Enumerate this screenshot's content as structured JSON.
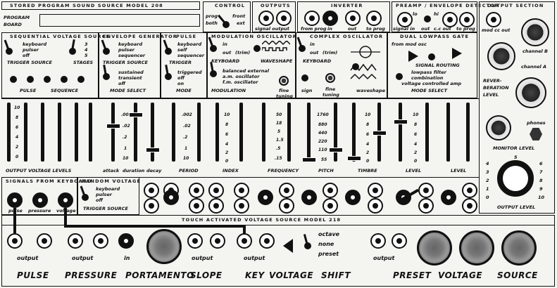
{
  "top_title": "STORED PROGRAM SOUND SOURCE MODEL 208",
  "program_board": [
    "PROGRAM",
    "BOARD"
  ],
  "control": {
    "title": "CONTROL",
    "prog": "prog",
    "front": "front",
    "both": "both",
    "ext": "ext"
  },
  "outputs": {
    "title": "OUTPUTS",
    "signal_output": "signal output"
  },
  "inverter": {
    "title": "INVERTER",
    "from_prog": "from prog",
    "in": "in",
    "out": "out",
    "to_prog": "to prog"
  },
  "preamp": {
    "title": "PREAMP / ENVELOPE DETECTOR",
    "lo": "lo",
    "hi": "hi",
    "signal_in": "signal in",
    "out": "out",
    "cc_out": "c.c out",
    "to_prog": "to prog"
  },
  "output_section": {
    "title": "OUTPUT SECTION",
    "mod_cc_out": "mod cc out",
    "channel_b": "channel B",
    "channel_a": "channel A",
    "reverberation_level": [
      "REVER-",
      "BERATION",
      "LEVEL"
    ],
    "phones": "phones",
    "monitor_level": "MONITOR LEVEL",
    "output_level": "OUTPUT LEVEL",
    "dial_left": [
      "4",
      "3",
      "2",
      "1",
      "0"
    ],
    "dial_right": [
      "6",
      "7",
      "8",
      "9",
      "10"
    ],
    "dial_top": "5"
  },
  "sequential": {
    "title": "SEQUENTIAL VOLTAGE SOURCE",
    "keyboard": "keyboard",
    "pulser": "pulser",
    "off": "off",
    "trigger_source": "TRIGGER SOURCE",
    "stages_nums": [
      "3",
      "4",
      "5"
    ],
    "stages": "STAGES",
    "pulse_sequence": [
      "PULSE",
      "SEQUENCE"
    ],
    "output_voltage_levels": "OUTPUT VOLTAGE LEVELS"
  },
  "envelope": {
    "title": "ENVELOPE GENERATOR",
    "keyboard": "keyboard",
    "pulser": "pulser",
    "sequencer": "sequencer",
    "trigger_source": "TRIGGER SOURCE",
    "sustained": "sustained",
    "transient": "transient",
    "off": "off",
    "mode_select": "MODE SELECT",
    "attack": "attack",
    "duration": "duration",
    "decay": "decay",
    "scale": [
      ".002",
      ".02",
      ".2",
      "1",
      "10"
    ]
  },
  "pulse": {
    "title": "PULSE",
    "keyboard": "keyboard",
    "self": "self",
    "sequencer": "sequencer",
    "trigger": "TRIGGER",
    "triggered": "triggered",
    "off": "off",
    "on": "on",
    "mode": "MODE",
    "period": "PERIOD",
    "scale": [
      ".002",
      ".02",
      ".2",
      "1",
      "10"
    ]
  },
  "modulation": {
    "title": "MODULATION OSCILLATOR",
    "in": "in",
    "out": "out",
    "trim": "(trim)",
    "keyboard": "KEYBOARD",
    "waveshape": "WAVESHAPE",
    "balanced_external": "balanced external",
    "am_oscillator": "a.m. oscillator",
    "fm_oscillator": "f.m. oscillator",
    "modulation": "MODULATION",
    "fine_tuning": [
      "fine",
      "tuning"
    ],
    "index": "INDEX",
    "frequency": "FREQUENCY",
    "freq_scale": [
      "50",
      "18",
      "5",
      "1.5",
      ".5",
      ".15"
    ]
  },
  "complex": {
    "title": "COMPLEX OSCILLATOR",
    "in": "in",
    "out": "out",
    "trim": "(trim)",
    "keyboard": "KEYBOARD",
    "sign": "sign",
    "fine_tuning": [
      "fine",
      "tuning"
    ],
    "waveshape": "waveshape",
    "pitch": "PITCH",
    "timbre": "TIMBRE",
    "pitch_scale": [
      "1760",
      "880",
      "440",
      "220",
      "110",
      "55"
    ],
    "timbre_scale": [
      "10",
      "8",
      "6",
      "4",
      "2",
      "0"
    ]
  },
  "gate": {
    "title": "DUAL LOWPASS GATE",
    "from_mod_osc": "from mod osc",
    "signal_routing": "SIGNAL ROUTING",
    "lowpass_filter": "lowpass filter",
    "combination": "combination",
    "vca": "voltage controlled amp",
    "mode_select": "MODE SELECT",
    "level": "LEVEL",
    "scale": [
      "10",
      "8",
      "6",
      "4",
      "2",
      "0"
    ]
  },
  "generic_scale": [
    "10",
    "8",
    "6",
    "4",
    "2",
    "0"
  ],
  "signals_keyboard": {
    "title": "SIGNALS FROM KEYBOARD",
    "pulse": "pulse",
    "pressure": "pressure",
    "voltage": "voltage"
  },
  "random_voltage": {
    "title": "RANDOM VOLTAGE",
    "keyboard": "keyboard",
    "pulser": "pulser",
    "off": "off",
    "trigger_source": "TRIGGER SOURCE"
  },
  "bottom_title": "TOUCH ACTIVATED VOLTAGE SOURCE MODEL 218",
  "keyboard_panel": {
    "output": "output",
    "in": "in",
    "octave": "octave",
    "none": "none",
    "preset": "preset"
  },
  "bottom_labels": [
    "PULSE",
    "PRESSURE",
    "PORTAMENTO",
    "SLOPE",
    "KEY",
    "VOLTAGE",
    "SHIFT",
    "PRESET",
    "VOLTAGE",
    "SOURCE"
  ]
}
